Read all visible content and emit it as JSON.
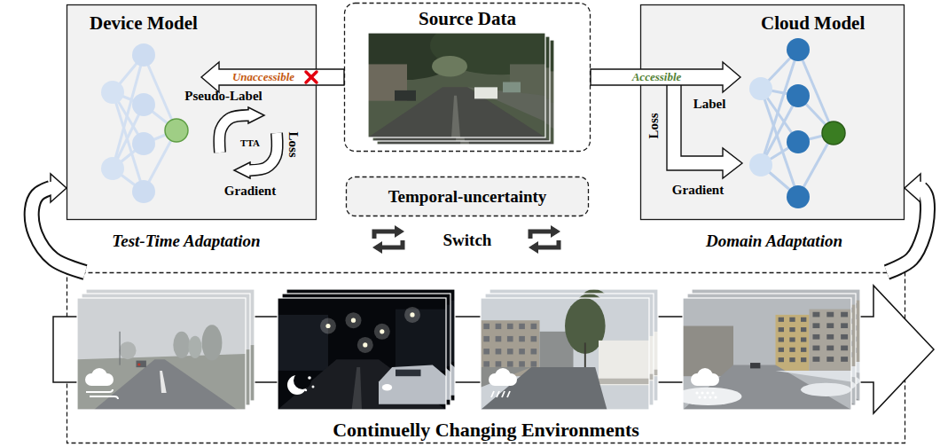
{
  "diagram": {
    "nodes": [
      {
        "text": [
          "Device Model"
        ]
      },
      {
        "text": [
          "Source Data"
        ]
      },
      {
        "text": [
          "Cloud Model"
        ]
      },
      {
        "text": [
          "Temporal-uncertainty"
        ]
      },
      {
        "text": [
          "Continuelly Changing Environments"
        ]
      }
    ],
    "edges": [
      {
        "from": 1,
        "to": 0,
        "label": "Unaccessible",
        "arrow": "to"
      },
      {
        "from": 1,
        "to": 2,
        "label": "Accessible",
        "arrow": "to"
      },
      {
        "from": 4,
        "to": 0,
        "arrow": "to"
      },
      {
        "from": 4,
        "to": 2,
        "arrow": "to"
      }
    ],
    "labels": [
      "Pseudo-Label",
      "TTA",
      "Loss",
      "Gradient",
      "Label",
      "Loss",
      "Gradient",
      "Test-Time Adaptation",
      "Switch",
      "Domain Adaptation"
    ]
  }
}
